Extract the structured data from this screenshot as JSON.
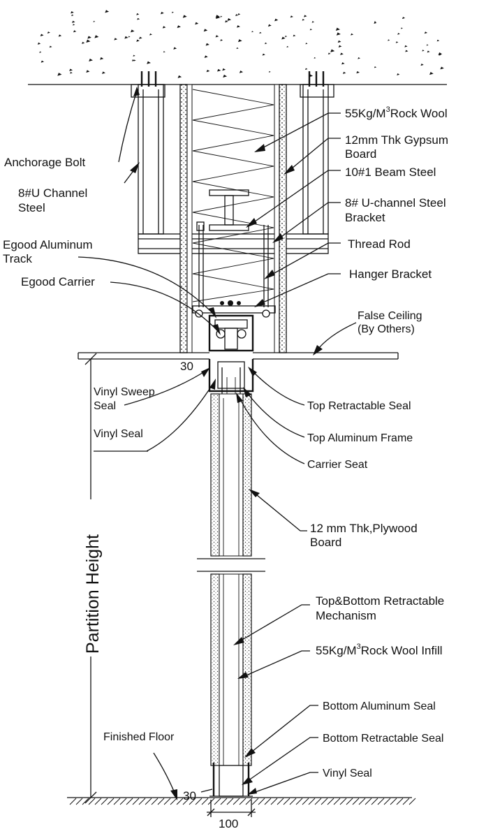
{
  "labels": {
    "anchorage_bolt": "Anchorage Bolt",
    "u_channel_steel_1": "8#U Channel",
    "u_channel_steel_2": "Steel",
    "rock_wool": "55Kg/M",
    "rock_wool_sup": "3",
    "rock_wool_rest": "Rock Wool",
    "gypsum_1": "12mm Thk Gypsum",
    "gypsum_2": "Board",
    "beam_steel": "10#1 Beam Steel",
    "u_bracket_1": "8# U-channel Steel",
    "u_bracket_2": "Bracket",
    "thread_rod": "Thread Rod",
    "aluminum_track_1": "Egood Aluminum",
    "aluminum_track_2": "Track",
    "hanger_bracket": "Hanger Bracket",
    "egood_carrier": "Egood Carrier",
    "false_ceiling_1": "False Ceiling",
    "false_ceiling_2": "(By Others)",
    "vinyl_sweep_seal_1": "Vinyl Sweep",
    "vinyl_sweep_seal_2": "Seal",
    "vinyl_seal_top": "Vinyl Seal",
    "top_retractable_seal": "Top Retractable Seal",
    "top_aluminum_frame": "Top Aluminum Frame",
    "carrier_seat": "Carrier Seat",
    "plywood_1": "12 mm Thk,Plywood",
    "plywood_2": "Board",
    "mechanism_1": "Top&Bottom Retractable",
    "mechanism_2": "Mechanism",
    "infill": "55Kg/M",
    "infill_sup": "3",
    "infill_rest": "Rock Wool Infill",
    "bottom_aluminum_seal": "Bottom Aluminum Seal",
    "bottom_retractable_seal": "Bottom Retractable Seal",
    "finished_floor": "Finished Floor",
    "vinyl_seal_bottom": "Vinyl Seal",
    "partition_height": "Partition Height"
  },
  "dimensions": {
    "top_gap": "30",
    "bottom_gap": "30",
    "panel_width": "100"
  },
  "colors": {
    "ink": "#111111",
    "paper": "#ffffff"
  }
}
